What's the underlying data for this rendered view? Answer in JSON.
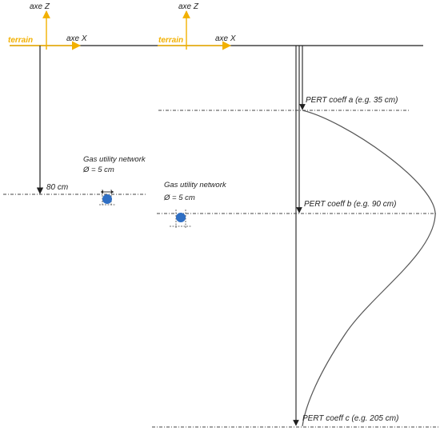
{
  "colors": {
    "axis_yellow": "#f2b000",
    "line_black": "#1f1f1f",
    "pipe_blue": "#2f6fc4",
    "dash_gray": "#444444"
  },
  "left_panel": {
    "axis_z": "axe Z",
    "terrain": "terrain",
    "axis_x": "axe X",
    "depth_label": "80 cm",
    "pipe_title": "Gas utility network",
    "pipe_diameter": "Ø = 5 cm"
  },
  "right_panel": {
    "axis_z": "axe Z",
    "terrain": "terrain",
    "axis_x": "axe X",
    "pipe_title": "Gas utility network",
    "pipe_diameter": "Ø = 5 cm",
    "pert_a": "PERT coeff a (e.g. 35 cm)",
    "pert_b": "PERT coeff b (e.g. 90 cm)",
    "pert_c": "PERT coeff c (e.g. 205 cm)"
  }
}
